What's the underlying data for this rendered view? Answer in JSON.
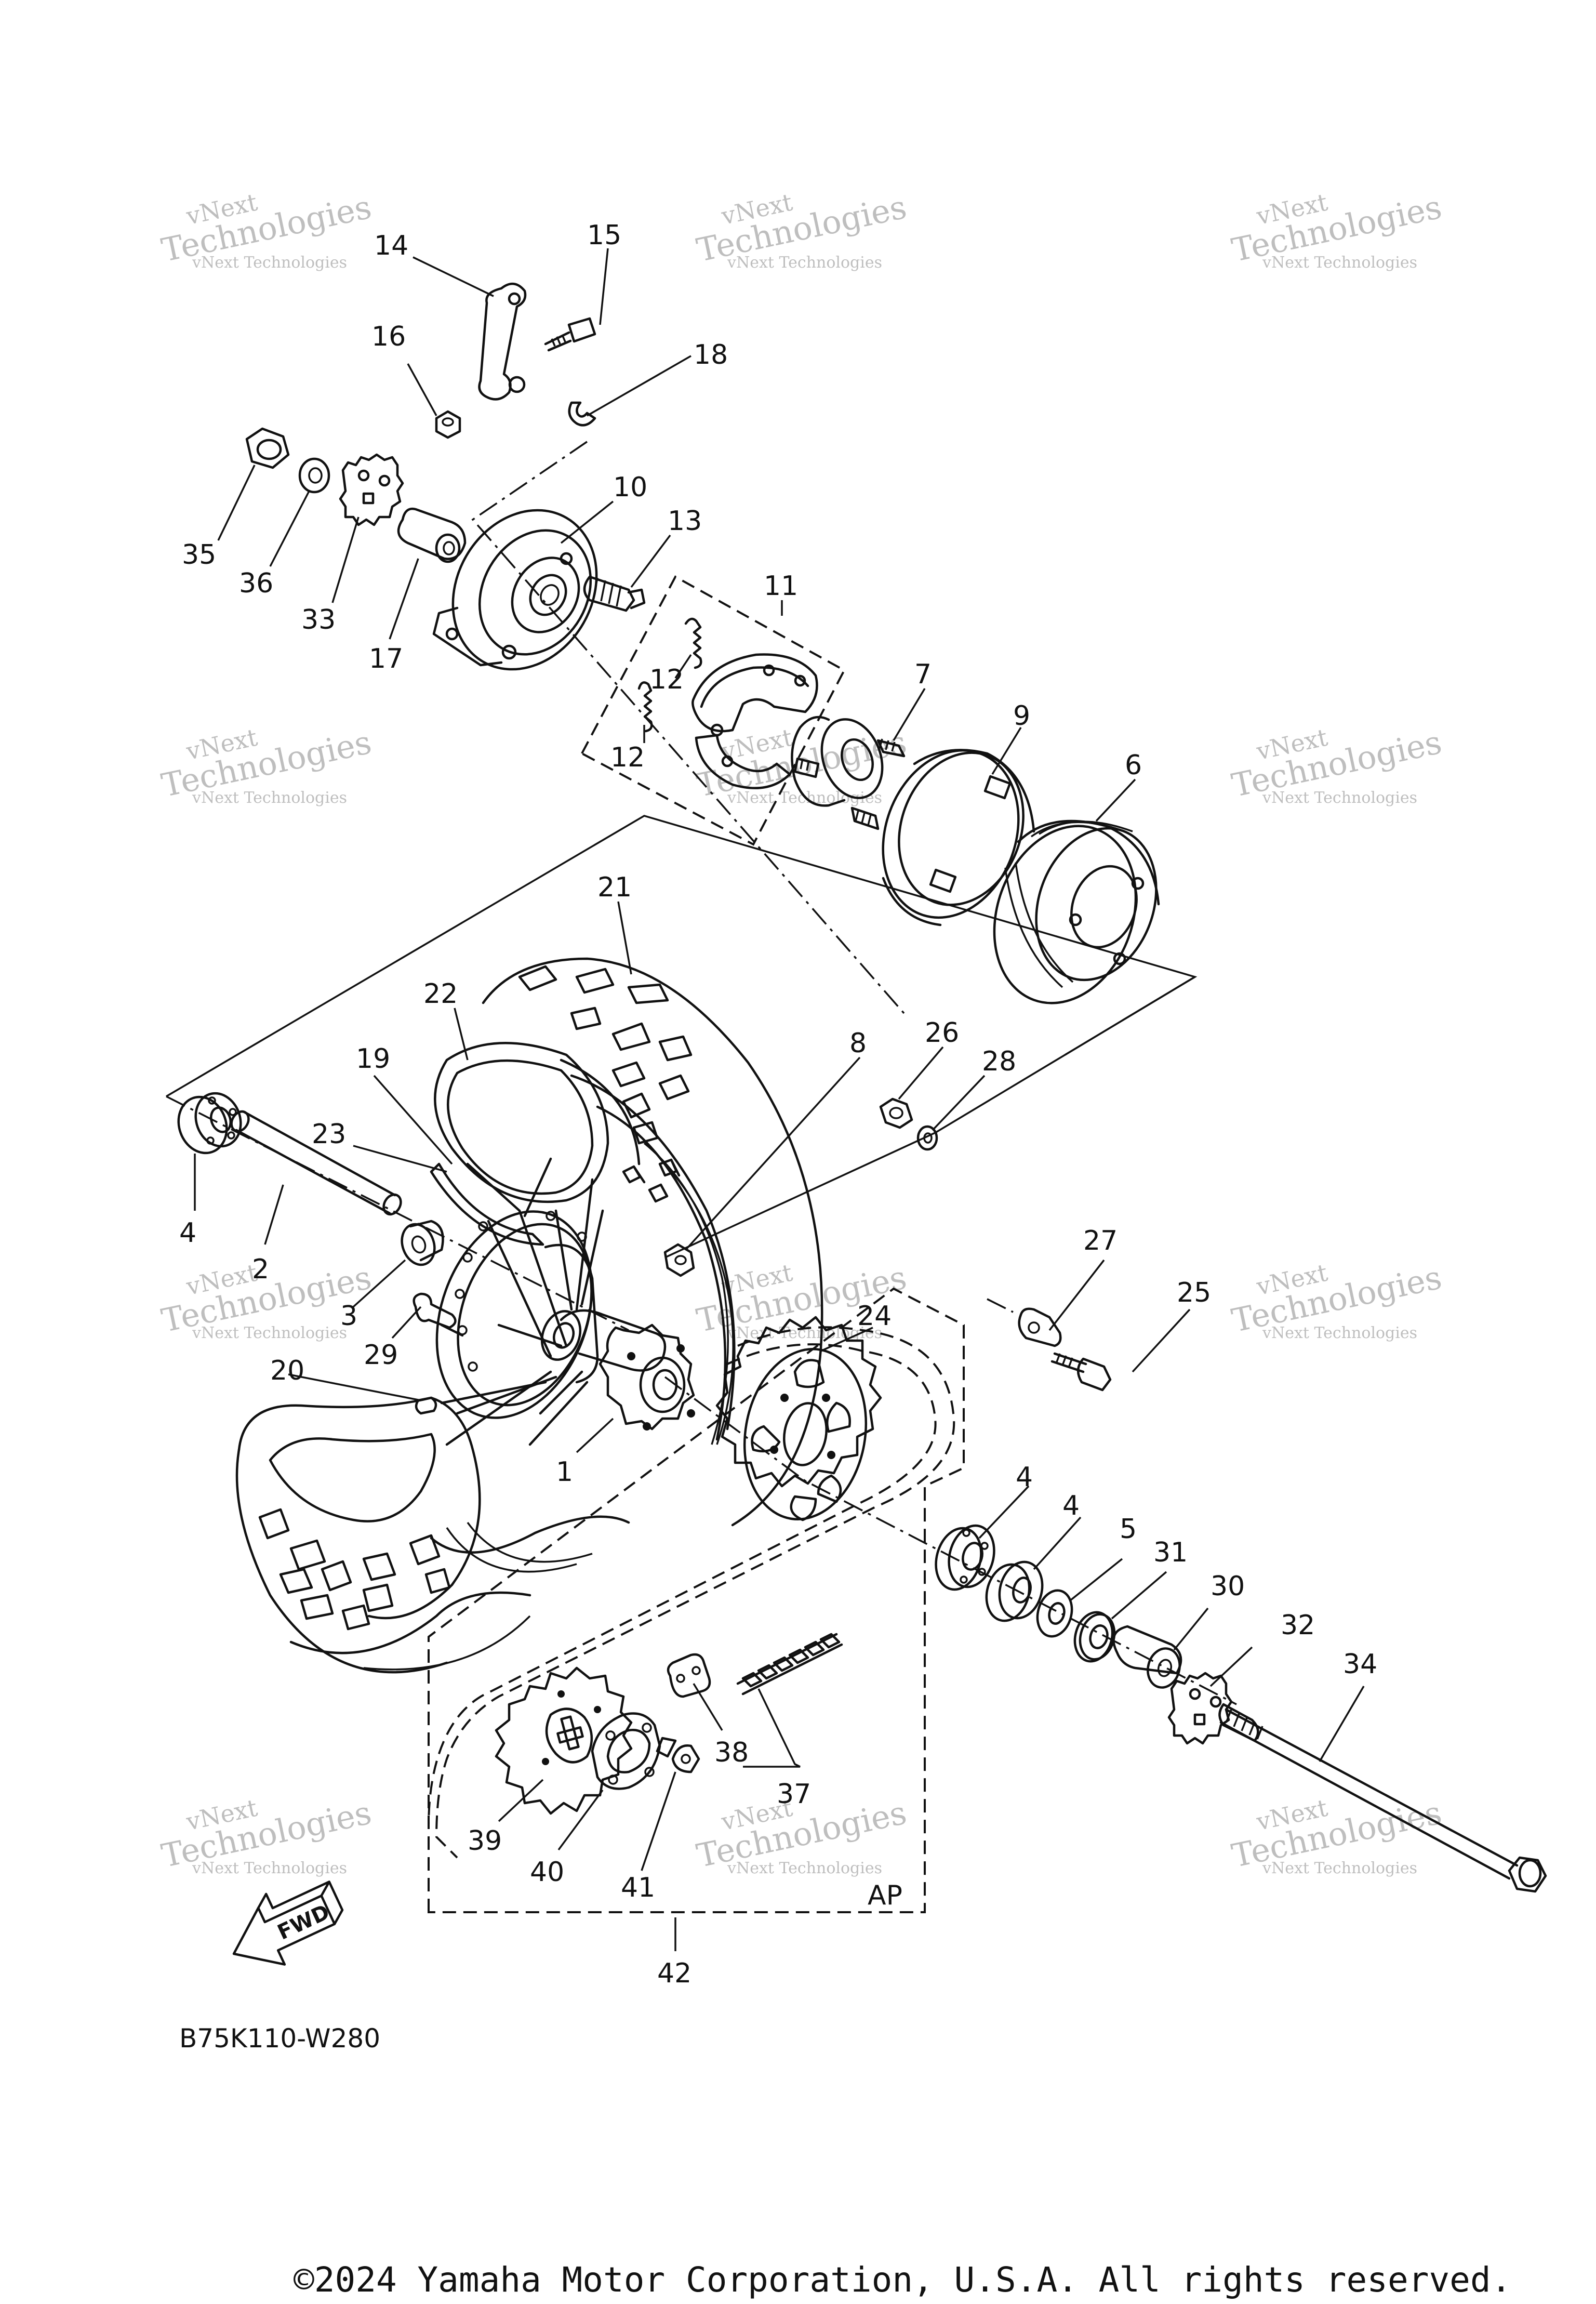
{
  "callouts": [
    "14",
    "15",
    "16",
    "18",
    "35",
    "36",
    "33",
    "17",
    "10",
    "13",
    "11",
    "12",
    "12",
    "7",
    "9",
    "6",
    "21",
    "22",
    "19",
    "23",
    "8",
    "26",
    "28",
    "4",
    "2",
    "3",
    "29",
    "20",
    "1",
    "24",
    "27",
    "25",
    "4",
    "4",
    "5",
    "31",
    "30",
    "32",
    "34",
    "38",
    "37",
    "39",
    "40",
    "41",
    "42"
  ],
  "labels": {
    "ap": "AP",
    "fwd": "FWD",
    "diagram_code": "B75K110-W280",
    "copyright": "©2024 Yamaha Motor Corporation, U.S.A. All rights reserved."
  },
  "watermark": {
    "line1": "vNext",
    "line2": "Technologies",
    "line3": "vNext Technologies"
  }
}
